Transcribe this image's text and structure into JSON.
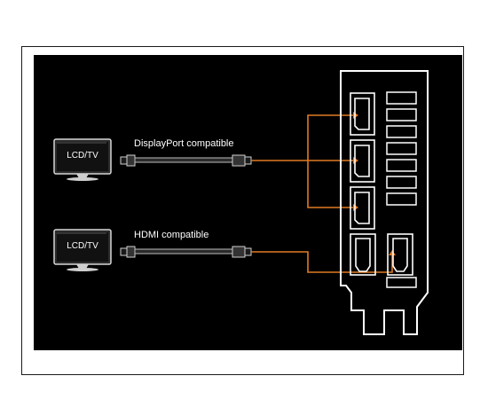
{
  "colors": {
    "background": "#000000",
    "frame": "#1a1a1a",
    "connector_line": "#e07a22",
    "outline": "#ffffff"
  },
  "devices": [
    {
      "label": "LCD/TV"
    },
    {
      "label": "LCD/TV"
    }
  ],
  "cables": [
    {
      "label": "DisplayPort compatible"
    },
    {
      "label": "HDMI compatible"
    }
  ]
}
